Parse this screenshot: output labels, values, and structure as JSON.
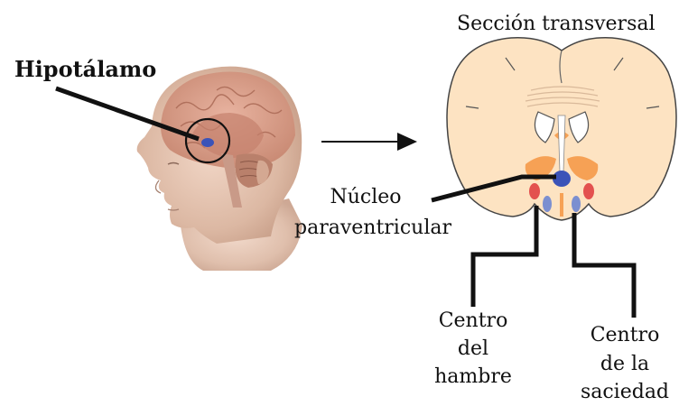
{
  "labels": {
    "hypothalamus": "Hipotálamo",
    "cross_section": "Sección transversal",
    "paraventricular_line1": "Núcleo",
    "paraventricular_line2": "paraventricular",
    "hunger_line1": "Centro",
    "hunger_line2": "del",
    "hunger_line3": "hambre",
    "satiety_line1": "Centro",
    "satiety_line2": "de la",
    "satiety_line3": "saciedad"
  },
  "colors": {
    "brain_tissue": "#fde3c2",
    "outline": "#444444",
    "hunger_nucleus": "#e3514f",
    "satiety_nucleus": "#7b8fd0",
    "paraventricular": "#3b53b8",
    "orange_structure": "#f6a155",
    "skin": "#e8c7b3",
    "brain_surface": "#d99a84"
  },
  "icons": [
    "head-profile-illustration",
    "brain-cross-section-illustration",
    "right-arrow"
  ]
}
